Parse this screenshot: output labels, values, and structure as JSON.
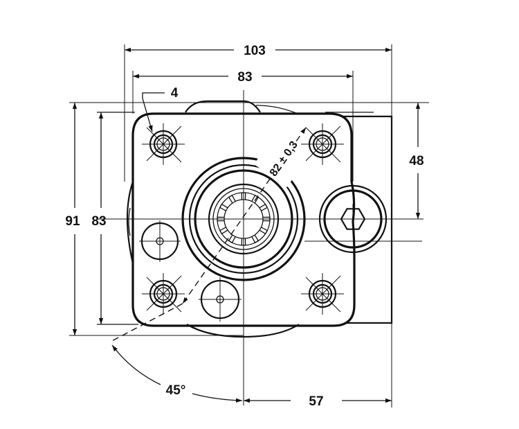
{
  "dimensions": {
    "overall_width": "103",
    "bolt_spacing_horizontal": "83",
    "bolt_hole_diameter": "4",
    "overall_height": "91",
    "bolt_spacing_vertical": "83",
    "port_offset": "48",
    "bolt_circle_diameter": "82 ± 0,3",
    "bolt_angle": "45°",
    "shaft_to_edge": "57"
  }
}
